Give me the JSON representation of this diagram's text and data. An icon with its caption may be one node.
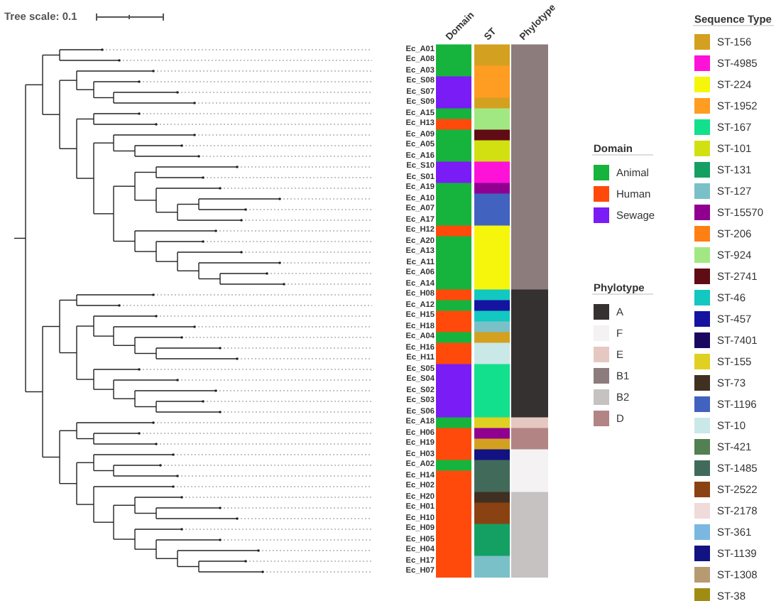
{
  "diagram": {
    "labels": [
      "Tree scale: 0.1",
      "Domain",
      "ST",
      "Phylotype",
      "Ec_A01",
      "Ec_A08",
      "Ec_A03",
      "Ec_S08",
      "Ec_S07",
      "Ec_S09",
      "Ec_A15",
      "Ec_H13",
      "Ec_A09",
      "Ec_A05",
      "Ec_A16",
      "Ec_S10",
      "Ec_S01",
      "Ec_A19",
      "Ec_A10",
      "Ec_A07",
      "Ec_A17",
      "Ec_H12",
      "Ec_A20",
      "Ec_A13",
      "Ec_A11",
      "Ec_A06",
      "Ec_A14",
      "Ec_H08",
      "Ec_A12",
      "Ec_H15",
      "Ec_H18",
      "Ec_A04",
      "Ec_H16",
      "Ec_H11",
      "Ec_S05",
      "Ec_S04",
      "Ec_S02",
      "Ec_S03",
      "Ec_S06",
      "Ec_A18",
      "Ec_H06",
      "Ec_H19",
      "Ec_H03",
      "Ec_A02",
      "Ec_H14",
      "Ec_H02",
      "Ec_H20",
      "Ec_H01",
      "Ec_H10",
      "Ec_H09",
      "Ec_H05",
      "Ec_H04",
      "Ec_H17",
      "Ec_H07",
      "Domain",
      "Phylotype",
      "Sequence Type"
    ],
    "legend": [
      {
        "text": "Animal",
        "color": "#16b43c"
      },
      {
        "text": "Human",
        "color": "#ff4a0c"
      },
      {
        "text": "Sewage",
        "color": "#7a1cf5"
      },
      {
        "text": "A",
        "color": "#353131"
      },
      {
        "text": "F",
        "color": "#f4f2f2"
      },
      {
        "text": "E",
        "color": "#e6c8c2"
      },
      {
        "text": "B1",
        "color": "#8c7c7c"
      },
      {
        "text": "B2",
        "color": "#c6c2c2"
      },
      {
        "text": "D",
        "color": "#b28484"
      },
      {
        "text": "ST-156",
        "color": "#d4a020"
      },
      {
        "text": "ST-4985",
        "color": "#ff12d8"
      },
      {
        "text": "ST-224",
        "color": "#f6f60c"
      },
      {
        "text": "ST-1952",
        "color": "#ff9c22"
      },
      {
        "text": "ST-167",
        "color": "#12e08c"
      },
      {
        "text": "ST-101",
        "color": "#d2e012"
      },
      {
        "text": "ST-131",
        "color": "#14a062"
      },
      {
        "text": "ST-127",
        "color": "#7ac0c8"
      },
      {
        "text": "ST-15570",
        "color": "#900090"
      },
      {
        "text": "ST-206",
        "color": "#ff8012"
      },
      {
        "text": "ST-924",
        "color": "#a2e882"
      },
      {
        "text": "ST-2741",
        "color": "#600c14"
      },
      {
        "text": "ST-46",
        "color": "#12c8c0"
      },
      {
        "text": "ST-457",
        "color": "#1414a0"
      },
      {
        "text": "ST-7401",
        "color": "#1a0860"
      },
      {
        "text": "ST-155",
        "color": "#e0d022"
      },
      {
        "text": "ST-73",
        "color": "#403022"
      },
      {
        "text": "ST-1196",
        "color": "#4262c0"
      },
      {
        "text": "ST-10",
        "color": "#cae8e8"
      },
      {
        "text": "ST-421",
        "color": "#528052"
      },
      {
        "text": "ST-1485",
        "color": "#426a5a"
      },
      {
        "text": "ST-2522",
        "color": "#8a4212"
      },
      {
        "text": "ST-2178",
        "color": "#f0dada"
      },
      {
        "text": "ST-361",
        "color": "#7ab8e0"
      },
      {
        "text": "ST-1139",
        "color": "#121282"
      },
      {
        "text": "ST-1308",
        "color": "#b89a72"
      },
      {
        "text": "ST-38",
        "color": "#a08c12"
      }
    ]
  }
}
